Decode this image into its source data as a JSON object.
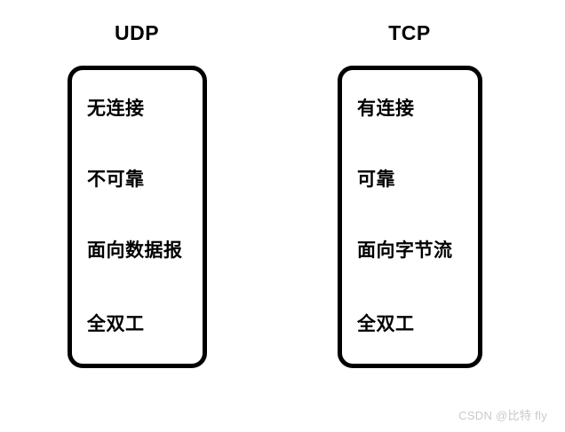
{
  "columns": [
    {
      "title": "UDP",
      "features": [
        "无连接",
        "不可靠",
        "面向数据报",
        "全双工"
      ]
    },
    {
      "title": "TCP",
      "features": [
        "有连接",
        "可靠",
        "面向字节流",
        "全双工"
      ]
    }
  ],
  "watermark": "CSDN @比特 fly",
  "colors": {
    "background": "#ffffff",
    "border": "#000000",
    "text": "#000000",
    "watermark": "#c9c9c9"
  }
}
